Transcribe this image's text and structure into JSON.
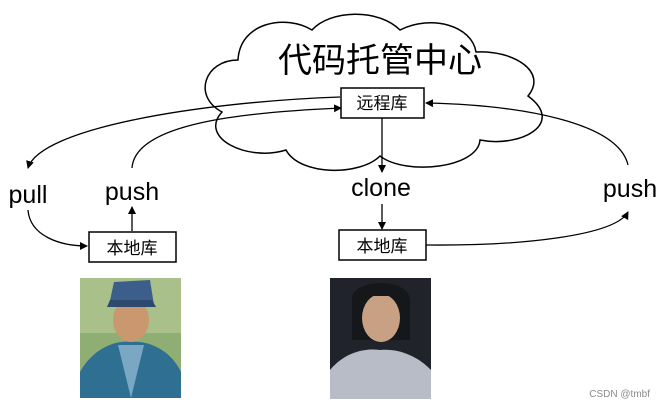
{
  "diagram": {
    "title": "代码托管中心",
    "nodes": {
      "remote": "远程库",
      "local_left": "本地库",
      "local_right": "本地库"
    },
    "labels": {
      "pull": "pull",
      "push_left": "push",
      "clone": "clone",
      "push_right": "push"
    },
    "people": [
      {
        "icon": "person-with-hat-photo"
      },
      {
        "icon": "person-long-hair-photo"
      }
    ]
  },
  "watermark": "CSDN @tmbf"
}
